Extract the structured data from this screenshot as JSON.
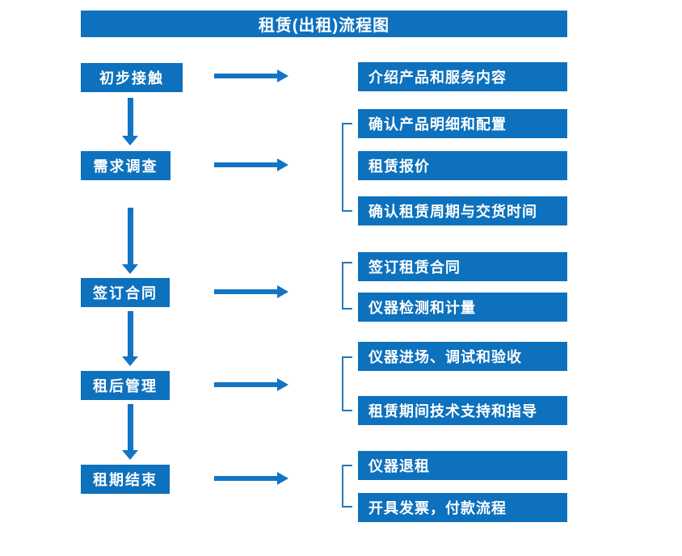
{
  "title": "租赁(出租)流程图",
  "colors": {
    "box_blue": "#0d71bd",
    "arrow_blue": "#1274c5",
    "bracket_blue": "#2e75b6",
    "text": "#ffffff",
    "background": "#ffffff"
  },
  "flow": {
    "steps": [
      {
        "label": "初步接触",
        "outputs": [
          "介绍产品和服务内容"
        ]
      },
      {
        "label": "需求调查",
        "outputs": [
          "确认产品明细和配置",
          "租赁报价",
          "确认租赁周期与交货时间"
        ]
      },
      {
        "label": "签订合同",
        "outputs": [
          "签订租赁合同",
          "仪器检测和计量"
        ]
      },
      {
        "label": "租后管理",
        "outputs": [
          "仪器进场、调试和验收",
          "租赁期间技术支持和指导"
        ]
      },
      {
        "label": "租期结束",
        "outputs": [
          "仪器退租",
          "开具发票，付款流程"
        ]
      }
    ]
  }
}
